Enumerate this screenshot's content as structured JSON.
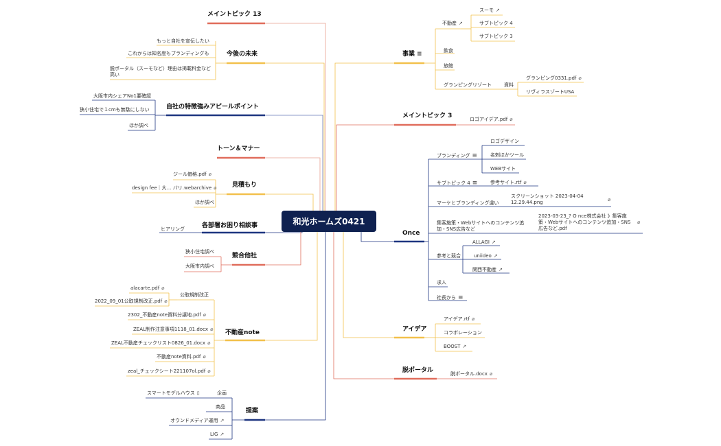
{
  "center": "和光ホームズ0421",
  "left": {
    "topic13": "メイントピック 13",
    "future": {
      "label": "今後の未来",
      "items": [
        "もっと自社を宣伝したい",
        "これからは知名度もブランディングも",
        "脱ポータル（スーモなど）理由は掲載料金など高い"
      ]
    },
    "strength": {
      "label": "自社の特徴強みアピールポイント",
      "items": [
        "大阪市内シェアNo1要確認",
        "狭小住宅で１cmも無駄にしない",
        "ほか調べ"
      ]
    },
    "tone": "トーン＆マナー",
    "estimate": {
      "label": "見積もり",
      "items": [
        "ジール価格.pdf",
        "design fee｜大… バリ.webarchive",
        "ほか調べ"
      ]
    },
    "dept": {
      "label": "各部署お困り相談事",
      "items": [
        "ヒアリング"
      ]
    },
    "competitor": {
      "label": "競合他社",
      "items": [
        "狭小住宅調べ",
        "大阪市内調べ"
      ]
    },
    "note": {
      "label": "不動産note",
      "kouji": "公取規制改正",
      "kouji_items": [
        "alacarte.pdf",
        "2022_09_01公取規制改正.pdf"
      ],
      "items": [
        "2302_不動産note資料分譲地.pdf",
        "ZEAL制作注意事項1118_01.docx",
        "ZEAL不動産チェックリスト0826_01.docx",
        "不動産note資料.pdf",
        "zeal_チェックシート221107ol.pdf"
      ]
    },
    "proposal": {
      "label": "提案",
      "plan": "企画",
      "plan_item": "スマートモデルハウス",
      "items": [
        "商品",
        "オウンドメディア運用",
        "LIG"
      ]
    }
  },
  "right": {
    "business": {
      "label": "事業",
      "realestate": "不動産",
      "re_items": [
        "スーモ",
        "サブトピック 4",
        "サブトピック 3"
      ],
      "food": "飲食",
      "ryokan": "旅館",
      "glamping": "グランピングリゾート",
      "shiryo": "資料",
      "gl_items": [
        "グランピング0331.pdf",
        "リヴィラスゾートUSA"
      ]
    },
    "topic3": {
      "label": "メイントピック 3",
      "item": "ロゴアイデア.pdf"
    },
    "once": {
      "label": "Once",
      "branding": "ブランディング",
      "branding_items": [
        "ロゴデザイン",
        "名刺ほかツール",
        "WEBサイト"
      ],
      "sub4": "サブトピック 4",
      "sub4_item": "参考サイト.rtf",
      "marke": "マーケとブランディング違い",
      "marke_item": "スクリーンショット 2023-04-04 12.29.44.png",
      "shukyaku": "集客施策・Webサイトへのコンテンツ追加・SNS広告など",
      "shukyaku_item": "2023-03-23_? O nce株式会社 》集客施策・Webサイトへのコンテンツ追加・SNS広告など.pdf",
      "sanko": "参考と競合",
      "sanko_items": [
        "ALLAGI",
        "uniideo",
        "関西不動産"
      ],
      "kyujin": "求人",
      "shacho": "社長から"
    },
    "idea": {
      "label": "アイデア",
      "items": [
        "アイデア.rtf",
        "コラボレーション",
        "BOOST"
      ]
    },
    "portal": {
      "label": "脱ポータル",
      "item": "脱ポータル.docx"
    }
  },
  "colors": {
    "red": "#e06c5b",
    "orange": "#f2c04b",
    "navy": "#1d3580",
    "center": "#0f2150"
  },
  "icons": {
    "clip": "paperclip-icon",
    "link": "external-link-icon",
    "list": "notes-icon",
    "file": "document-icon"
  }
}
